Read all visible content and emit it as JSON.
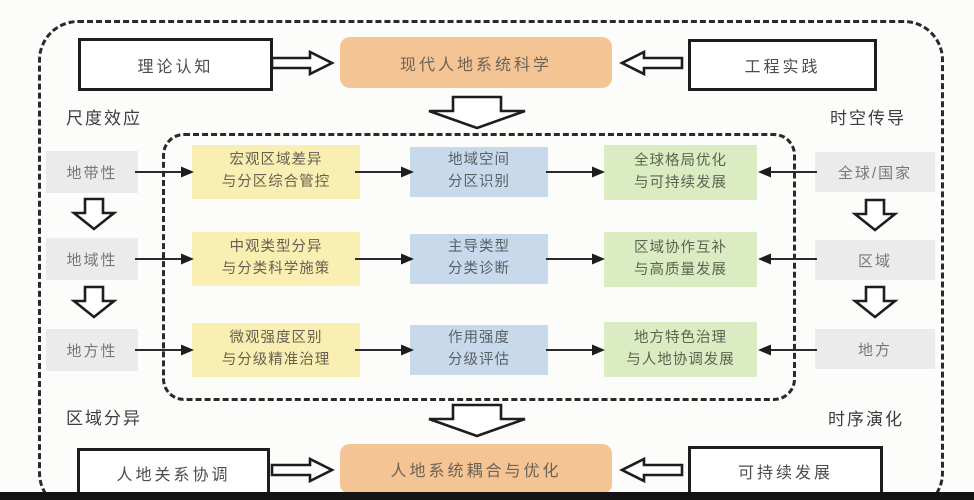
{
  "top": {
    "left_box": "理论认知",
    "center_box": "现代人地系统科学",
    "right_box": "工程实践"
  },
  "corner_labels": {
    "top_left": "尺度效应",
    "top_right": "时空传导",
    "bottom_left": "区域分异",
    "bottom_right": "时序演化"
  },
  "left_column": {
    "items": [
      "地带性",
      "地域性",
      "地方性"
    ]
  },
  "right_column": {
    "items": [
      "全球/国家",
      "区域",
      "地方"
    ]
  },
  "grid": {
    "rows": [
      {
        "yellow": [
          "宏观区域差异",
          "与分区综合管控"
        ],
        "blue": [
          "地域空间",
          "分区识别"
        ],
        "green": [
          "全球格局优化",
          "与可持续发展"
        ]
      },
      {
        "yellow": [
          "中观类型分异",
          "与分类科学施策"
        ],
        "blue": [
          "主导类型",
          "分类诊断"
        ],
        "green": [
          "区域协作互补",
          "与高质量发展"
        ]
      },
      {
        "yellow": [
          "微观强度区别",
          "与分级精准治理"
        ],
        "blue": [
          "作用强度",
          "分级评估"
        ],
        "green": [
          "地方特色治理",
          "与人地协调发展"
        ]
      }
    ]
  },
  "bottom": {
    "left_box": "人地关系协调",
    "center_box": "人地系统耦合与优化",
    "right_box": "可持续发展"
  },
  "colors": {
    "orange": "#f5c494",
    "yellow": "#f9efb3",
    "blue": "#c8d9eb",
    "green": "#dbecc3",
    "gray": "#ebebeb",
    "line": "#1d1d1d",
    "background": "#fcfcfa"
  }
}
